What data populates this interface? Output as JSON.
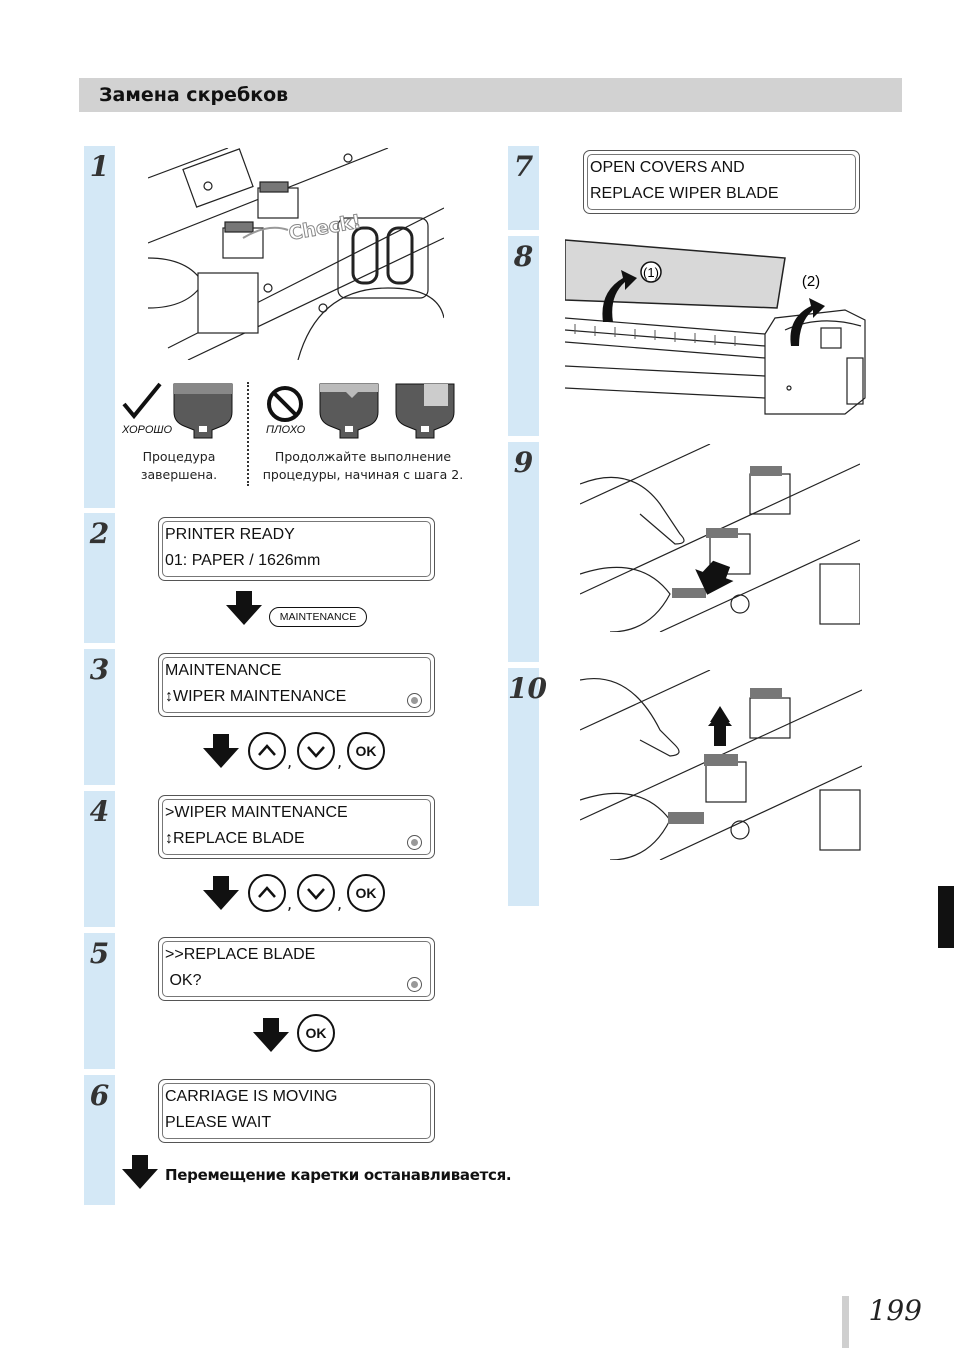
{
  "header": {
    "title": "Замена скребков"
  },
  "steps": [
    {
      "num": "1"
    },
    {
      "num": "2"
    },
    {
      "num": "3"
    },
    {
      "num": "4"
    },
    {
      "num": "5"
    },
    {
      "num": "6"
    },
    {
      "num": "7"
    },
    {
      "num": "8"
    },
    {
      "num": "9"
    },
    {
      "num": "10"
    }
  ],
  "step1": {
    "check_label": "Check!",
    "good_label": "ХОРОШО",
    "bad_label": "ПЛОХО",
    "good_caption_1": "Процедура",
    "good_caption_2": "завершена.",
    "bad_caption_1": "Продолжайте выполнение",
    "bad_caption_2": "процедуры, начиная с шага 2."
  },
  "lcd": {
    "s2_l1": "PRINTER READY",
    "s2_l2": "01: PAPER / 1626mm",
    "s3_l1": "MAINTENANCE",
    "s3_l2": "↕WIPER MAINTENANCE",
    "s4_l1": ">WIPER MAINTENANCE",
    "s4_l2": "↕REPLACE BLADE",
    "s5_l1": ">>REPLACE BLADE",
    "s5_l2": " OK?",
    "s6_l1": "CARRIAGE IS MOVING",
    "s6_l2": "PLEASE WAIT",
    "s7_l1": "OPEN COVERS AND",
    "s7_l2": "REPLACE WIPER BLADE"
  },
  "buttons": {
    "maintenance": "MAINTENANCE",
    "ok": "OK",
    "comma": ","
  },
  "step6_text": "Перемещение каретки останавливается.",
  "step8": {
    "label1": "(1)",
    "label2": "(2)"
  },
  "page_number": "199"
}
